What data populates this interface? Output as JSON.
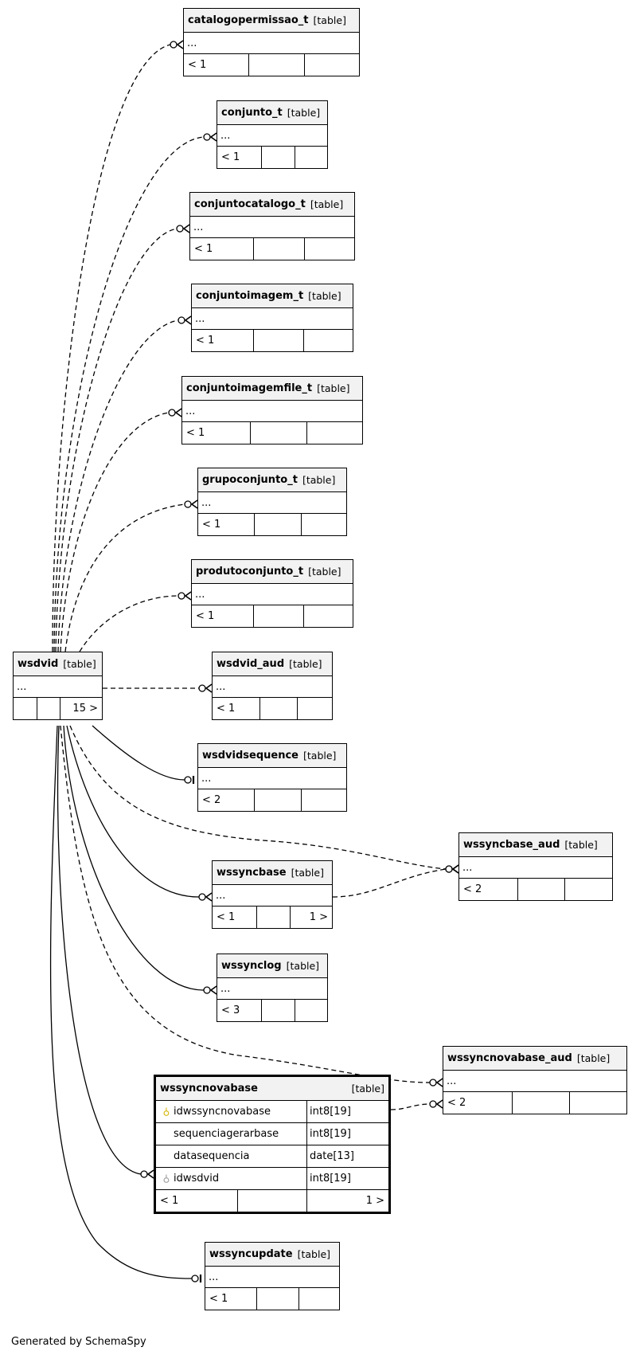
{
  "tables": {
    "catalogopermissao_t": {
      "name": "catalogopermissao_t",
      "kind": "[table]",
      "elided": "...",
      "footer": [
        "< 1",
        "",
        ""
      ]
    },
    "conjunto_t": {
      "name": "conjunto_t",
      "kind": "[table]",
      "elided": "...",
      "footer": [
        "< 1",
        "",
        ""
      ]
    },
    "conjuntocatalogo_t": {
      "name": "conjuntocatalogo_t",
      "kind": "[table]",
      "elided": "...",
      "footer": [
        "< 1",
        "",
        ""
      ]
    },
    "conjuntoimagem_t": {
      "name": "conjuntoimagem_t",
      "kind": "[table]",
      "elided": "...",
      "footer": [
        "< 1",
        "",
        ""
      ]
    },
    "conjuntoimagemfile_t": {
      "name": "conjuntoimagemfile_t",
      "kind": "[table]",
      "elided": "...",
      "footer": [
        "< 1",
        "",
        ""
      ]
    },
    "grupoconjunto_t": {
      "name": "grupoconjunto_t",
      "kind": "[table]",
      "elided": "...",
      "footer": [
        "< 1",
        "",
        ""
      ]
    },
    "produtoconjunto_t": {
      "name": "produtoconjunto_t",
      "kind": "[table]",
      "elided": "...",
      "footer": [
        "< 1",
        "",
        ""
      ]
    },
    "wsdvid": {
      "name": "wsdvid",
      "kind": "[table]",
      "elided": "...",
      "footer": [
        "",
        "",
        "15 >"
      ]
    },
    "wsdvid_aud": {
      "name": "wsdvid_aud",
      "kind": "[table]",
      "elided": "...",
      "footer": [
        "< 1",
        "",
        ""
      ]
    },
    "wsdvidsequence": {
      "name": "wsdvidsequence",
      "kind": "[table]",
      "elided": "...",
      "footer": [
        "< 2",
        "",
        ""
      ]
    },
    "wssyncbase_aud": {
      "name": "wssyncbase_aud",
      "kind": "[table]",
      "elided": "...",
      "footer": [
        "< 2",
        "",
        ""
      ]
    },
    "wssyncbase": {
      "name": "wssyncbase",
      "kind": "[table]",
      "elided": "...",
      "footer": [
        "< 1",
        "",
        "1 >"
      ]
    },
    "wssynclog": {
      "name": "wssynclog",
      "kind": "[table]",
      "elided": "...",
      "footer": [
        "< 3",
        "",
        ""
      ]
    },
    "wssyncnovabase_aud": {
      "name": "wssyncnovabase_aud",
      "kind": "[table]",
      "elided": "...",
      "footer": [
        "< 2",
        "",
        ""
      ]
    },
    "wssyncnovabase": {
      "name": "wssyncnovabase",
      "kind": "[table]",
      "columns": [
        {
          "name": "idwssyncnovabase",
          "type": "int8[19]",
          "key": "primary-key-icon"
        },
        {
          "name": "sequenciagerarbase",
          "type": "int8[19]",
          "key": ""
        },
        {
          "name": "datasequencia",
          "type": "date[13]",
          "key": ""
        },
        {
          "name": "idwsdvid",
          "type": "int8[19]",
          "key": "foreign-key-icon"
        }
      ],
      "footer": [
        "< 1",
        "",
        "1 >"
      ]
    },
    "wssyncupdate": {
      "name": "wssyncupdate",
      "kind": "[table]",
      "elided": "...",
      "footer": [
        "< 1",
        "",
        ""
      ]
    }
  },
  "generated_by": "Generated by SchemaSpy"
}
